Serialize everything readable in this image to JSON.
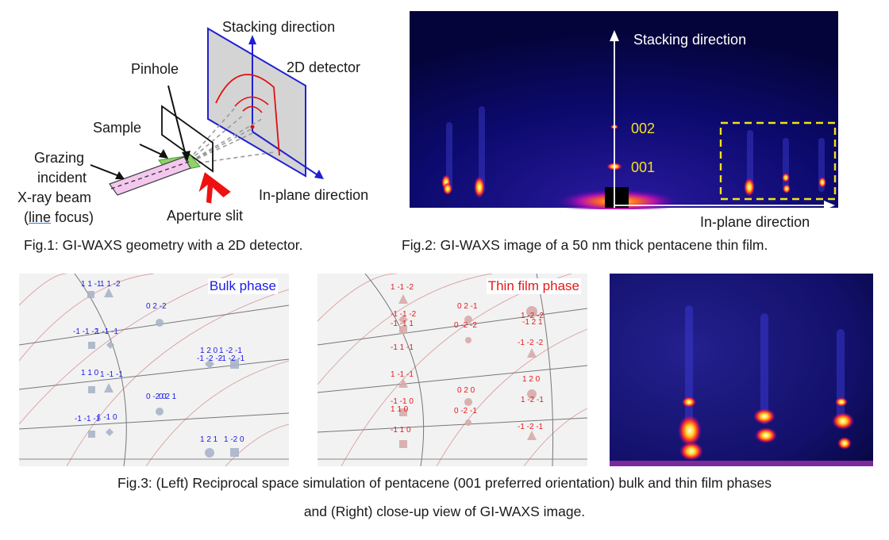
{
  "fig1": {
    "labels": {
      "stacking": "Stacking direction",
      "pinhole": "Pinhole",
      "detector": "2D detector",
      "sample": "Sample",
      "grazing": "Grazing",
      "incident": "incident",
      "xray": "X-ray beam",
      "line": "line",
      "focus": " focus)",
      "inplane": "In-plane direction",
      "aperture": "Aperture slit"
    },
    "caption": "Fig.1: GI-WAXS geometry with a 2D detector."
  },
  "fig2": {
    "stacking": "Stacking direction",
    "inplane": "In-plane direction",
    "peak1": "002",
    "peak2": "001",
    "caption": "Fig.2: GI-WAXS image of a 50 nm thick pentacene thin film."
  },
  "fig3": {
    "bulk_title": "Bulk phase",
    "thin_title": "Thin film phase",
    "bulk_labels": [
      {
        "t": "1 1 -1"
      },
      {
        "t": "1 1 -2"
      },
      {
        "t": "0 2 -2"
      },
      {
        "t": "-1 -1 -2"
      },
      {
        "t": "1 -1 -1"
      },
      {
        "t": "1 2 0"
      },
      {
        "t": "1 -2 -1"
      },
      {
        "t": "-1 -2 -2"
      },
      {
        "t": "-1 -2 -1"
      },
      {
        "t": "1 1 0"
      },
      {
        "t": "1 -1 -1"
      },
      {
        "t": "0 -2 0"
      },
      {
        "t": "0 2 1"
      },
      {
        "t": "-1 -1 -1"
      },
      {
        "t": "1 -1 0"
      },
      {
        "t": "1 2 1"
      },
      {
        "t": "1 -2 0"
      }
    ],
    "thin_labels": [
      {
        "t": "1 -1 -2"
      },
      {
        "t": "-1 -1 -2"
      },
      {
        "t": "-1 -1 1"
      },
      {
        "t": "-1 1 -1"
      },
      {
        "t": "1 -1 -1"
      },
      {
        "t": "-1 -1 0"
      },
      {
        "t": "1 1 0"
      },
      {
        "t": "-1 1 0"
      },
      {
        "t": "0 2 -1"
      },
      {
        "t": "0 -2 -2"
      },
      {
        "t": "0 2 0"
      },
      {
        "t": "0 -2 -1"
      },
      {
        "t": "1 -2 -2"
      },
      {
        "t": "-1 2 1"
      },
      {
        "t": "-1 -2 -2"
      },
      {
        "t": "1 2 0"
      },
      {
        "t": "1 -2 -1"
      },
      {
        "t": "-1 -2 -1"
      }
    ],
    "caption_line1": "Fig.3: (Left) Reciprocal space simulation of pentacene (001 preferred orientation) bulk and thin film phases",
    "caption_line2": "and (Right) close-up view of GI-WAXS image."
  },
  "colors": {
    "blue_label": "#1a1ae6",
    "red_label": "#e61a1a",
    "detector_frame": "#2020d0",
    "arrow_red": "#ee1111",
    "highlight_yellow": "#f2e21a"
  }
}
